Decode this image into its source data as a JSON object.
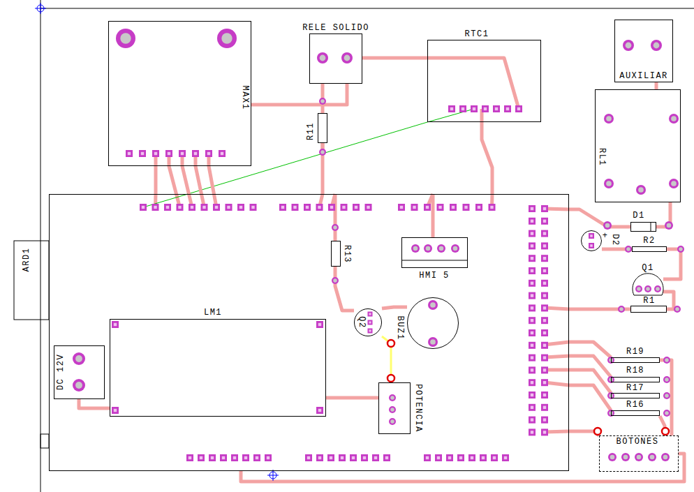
{
  "diagram": {
    "nodes": [
      {
        "text": [
          "MAX1"
        ]
      },
      {
        "text": [
          "RELE SOLIDO"
        ]
      },
      {
        "text": [
          "RTC1"
        ]
      },
      {
        "text": [
          "AUXILIAR"
        ]
      },
      {
        "text": [
          "RL1"
        ]
      },
      {
        "text": [
          "R11"
        ]
      },
      {
        "text": [
          "ARD1"
        ]
      },
      {
        "text": [
          "LM1"
        ],
        "in": 6
      },
      {
        "text": [
          "DC 12V"
        ],
        "in": 6
      },
      {
        "text": [
          "HMI 5"
        ],
        "in": 6
      },
      {
        "text": [
          "R13"
        ],
        "in": 6
      },
      {
        "text": [
          "Q2"
        ],
        "in": 6
      },
      {
        "text": [
          "BUZ1"
        ],
        "in": 6
      },
      {
        "text": [
          "POTENCIA"
        ],
        "in": 6
      },
      {
        "text": [
          "D2"
        ]
      },
      {
        "text": [
          "D1"
        ]
      },
      {
        "text": [
          "R2"
        ]
      },
      {
        "text": [
          "Q1"
        ]
      },
      {
        "text": [
          "R1"
        ]
      },
      {
        "text": [
          "R19"
        ]
      },
      {
        "text": [
          "R18"
        ]
      },
      {
        "text": [
          "R17"
        ]
      },
      {
        "text": [
          "R16"
        ]
      },
      {
        "text": [
          "BOTONES"
        ]
      }
    ],
    "edges": [
      {
        "from": 1,
        "to": 5,
        "arrow": "none"
      },
      {
        "from": 1,
        "to": 2,
        "arrow": "none"
      },
      {
        "from": 1,
        "to": 0,
        "arrow": "none"
      },
      {
        "from": 0,
        "to": 6,
        "arrow": "none"
      },
      {
        "from": 5,
        "to": 6,
        "arrow": "none"
      },
      {
        "from": 2,
        "to": 6,
        "arrow": "none"
      },
      {
        "from": 2,
        "to": 6,
        "arrow": "none"
      },
      {
        "from": 9,
        "to": 6,
        "arrow": "none"
      },
      {
        "from": 3,
        "to": 4,
        "arrow": "none"
      },
      {
        "from": 4,
        "to": 15,
        "arrow": "none"
      },
      {
        "from": 15,
        "to": 6,
        "arrow": "none"
      },
      {
        "from": 14,
        "to": 16,
        "arrow": "none"
      },
      {
        "from": 16,
        "to": 17,
        "arrow": "none"
      },
      {
        "from": 17,
        "to": 18,
        "arrow": "none"
      },
      {
        "from": 18,
        "to": 6,
        "arrow": "none"
      },
      {
        "from": 19,
        "to": 6,
        "arrow": "none"
      },
      {
        "from": 20,
        "to": 6,
        "arrow": "none"
      },
      {
        "from": 21,
        "to": 6,
        "arrow": "none"
      },
      {
        "from": 22,
        "to": 6,
        "arrow": "none"
      },
      {
        "from": 19,
        "to": 23,
        "arrow": "none"
      },
      {
        "from": 22,
        "to": 23,
        "arrow": "none"
      },
      {
        "from": 23,
        "to": 6,
        "arrow": "none"
      },
      {
        "from": 6,
        "to": 23,
        "arrow": "none"
      },
      {
        "from": 8,
        "to": 7,
        "arrow": "none"
      },
      {
        "from": 12,
        "to": 11,
        "arrow": "none"
      },
      {
        "from": 11,
        "to": 10,
        "arrow": "none"
      },
      {
        "from": 10,
        "to": 6,
        "arrow": "none"
      },
      {
        "from": 11,
        "to": 13,
        "arrow": "none"
      },
      {
        "from": 13,
        "to": 7,
        "arrow": "none"
      }
    ],
    "labels": [
      "+"
    ]
  }
}
